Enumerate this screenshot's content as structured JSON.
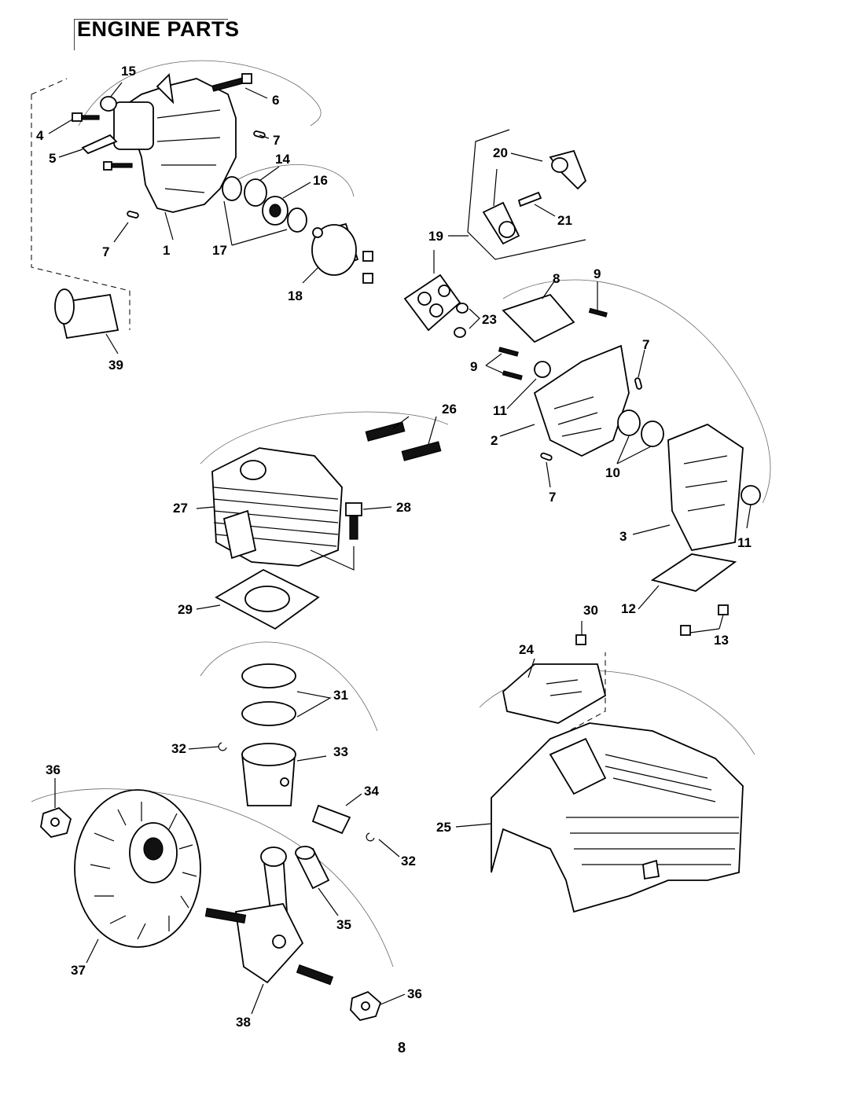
{
  "title": "ENGINE PARTS",
  "page_number": "8",
  "callouts": {
    "c1": "1",
    "c2": "2",
    "c3": "3",
    "c4": "4",
    "c5": "5",
    "c6": "6",
    "c7a": "7",
    "c7b": "7",
    "c7c": "7",
    "c7d": "7",
    "c8": "8",
    "c9a": "9",
    "c9b": "9",
    "c10": "10",
    "c11a": "11",
    "c11b": "11",
    "c12": "12",
    "c13": "13",
    "c14": "14",
    "c15": "15",
    "c16": "16",
    "c17": "17",
    "c18": "18",
    "c19": "19",
    "c20": "20",
    "c21": "21",
    "c23": "23",
    "c24": "24",
    "c25": "25",
    "c26": "26",
    "c27": "27",
    "c28": "28",
    "c29": "29",
    "c30": "30",
    "c31": "31",
    "c32a": "32",
    "c32b": "32",
    "c33": "33",
    "c34": "34",
    "c35": "35",
    "c36a": "36",
    "c36b": "36",
    "c37": "37",
    "c38": "38",
    "c39": "39"
  }
}
